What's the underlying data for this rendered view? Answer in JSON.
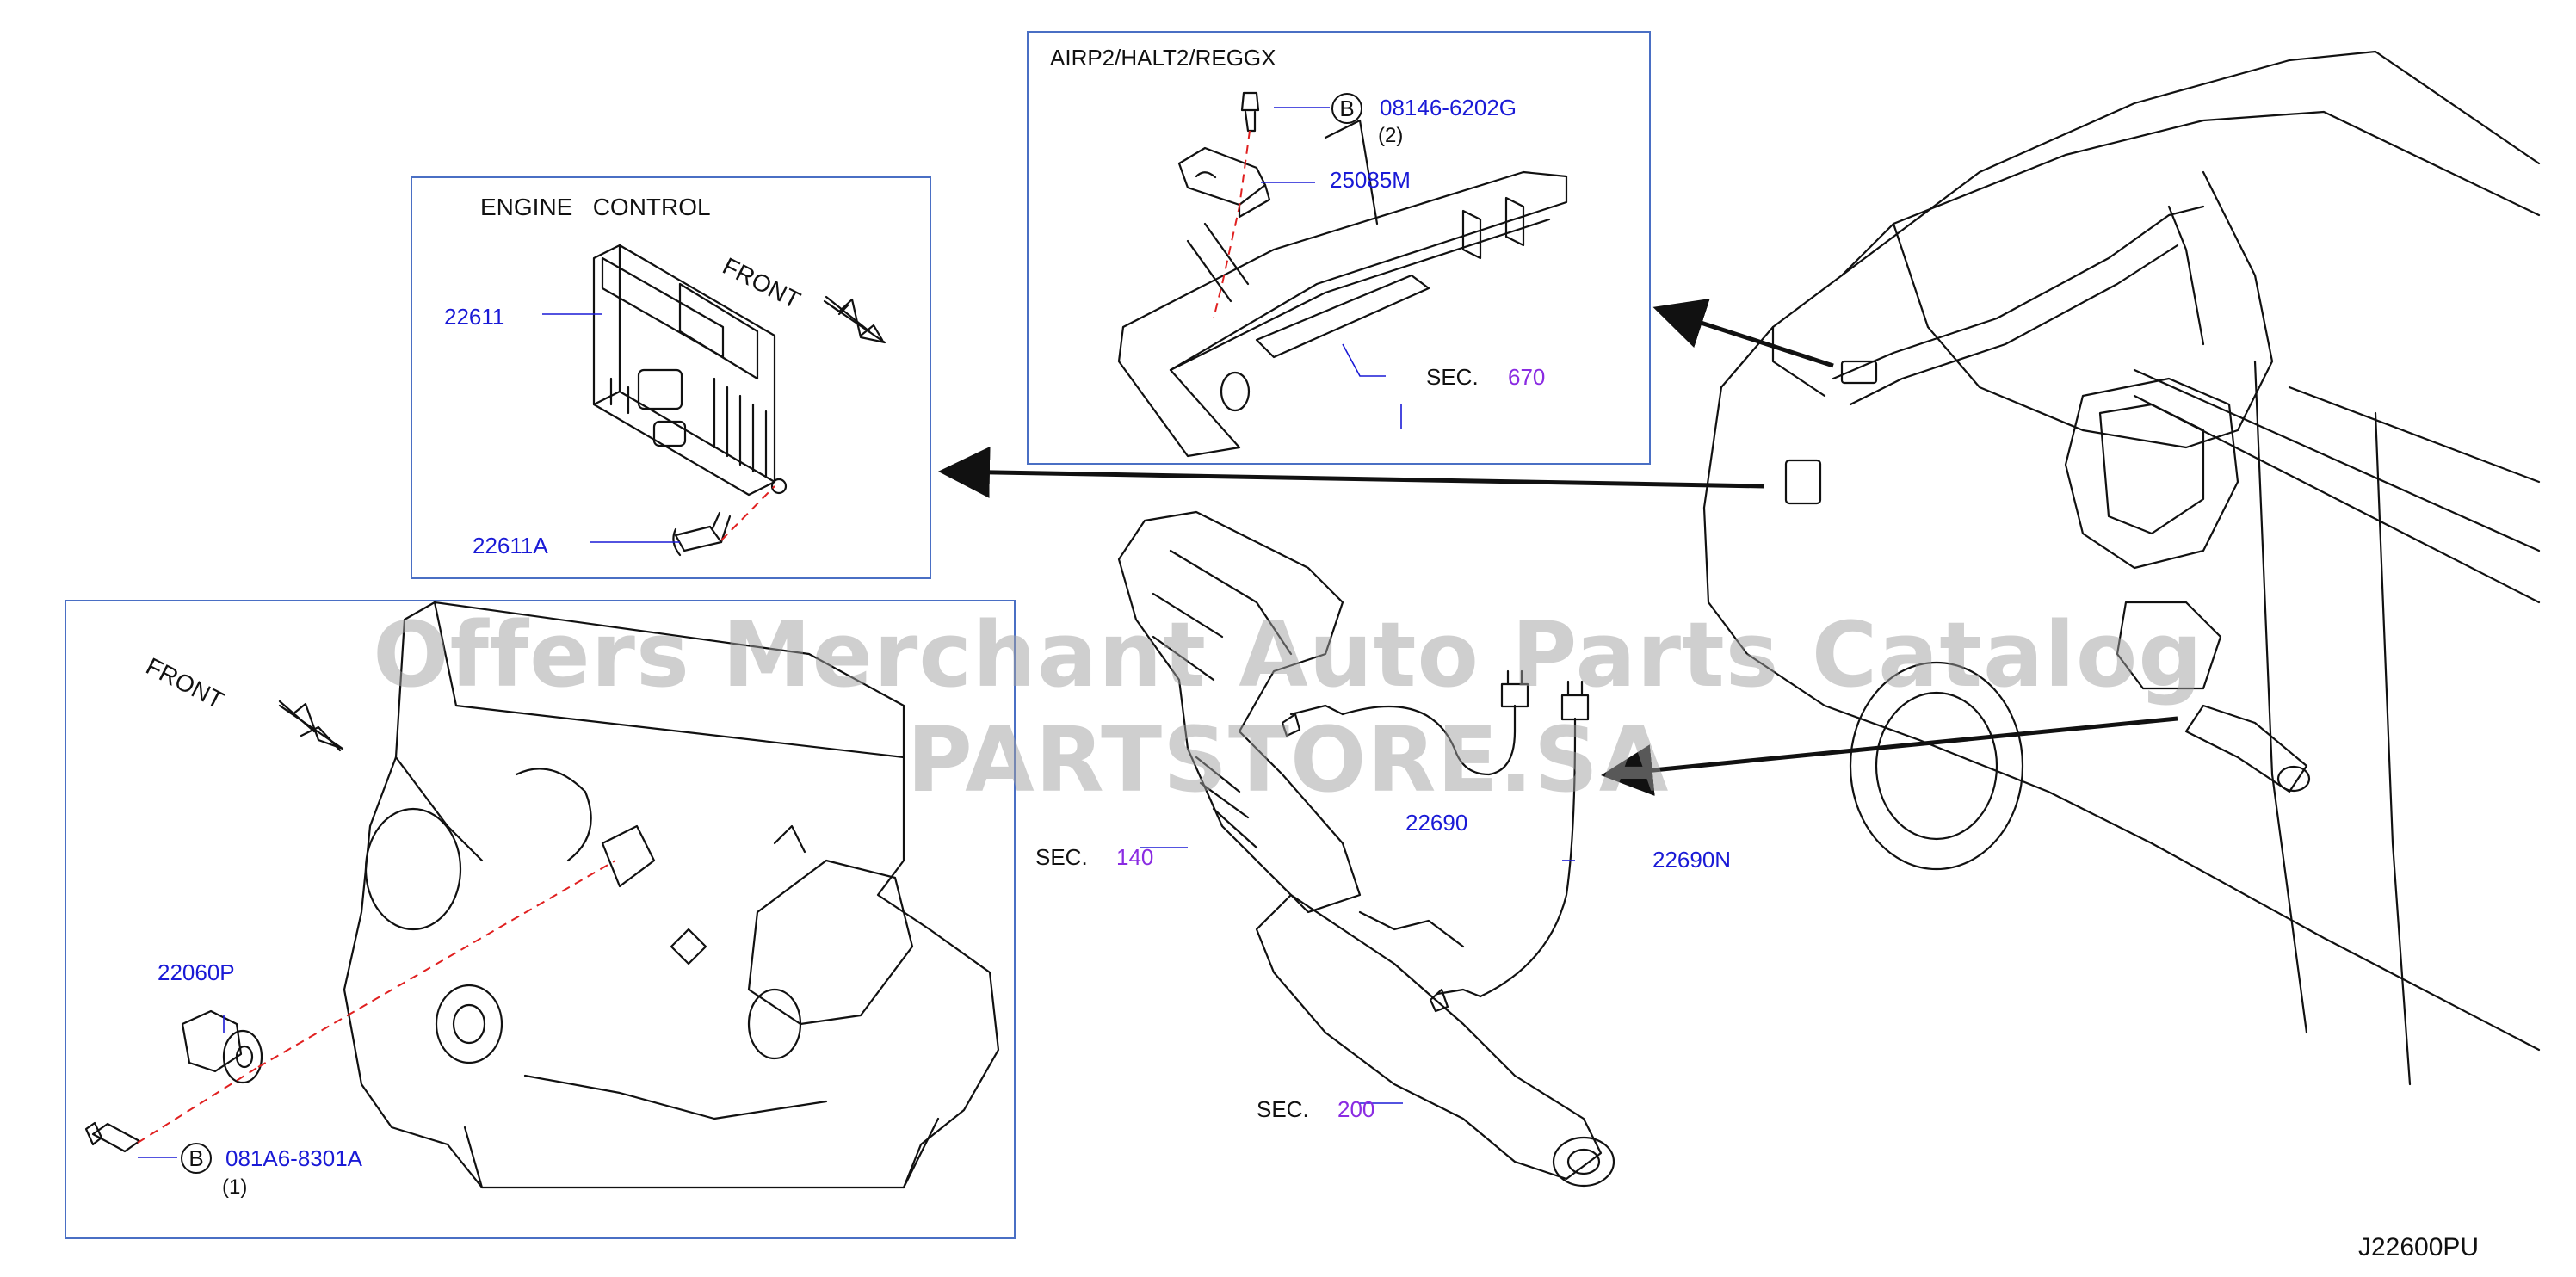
{
  "colors": {
    "part_number": "#1a1ad6",
    "section": "#8a2be2",
    "frame": "#4a6fc4",
    "line": "#111111",
    "leader_dash": "#e02020"
  },
  "insets": {
    "engine_control": {
      "title": "ENGINE   CONTROL",
      "front": "FRONT",
      "parts": {
        "ecm": "22611",
        "screw": "22611A"
      }
    },
    "map_sensor": {
      "title": "AIRP2/HALT2/REGGX",
      "bolt_marker": "B",
      "bolt_part": "08146-6202G",
      "bolt_qty": "(2)",
      "sensor_part": "25085M",
      "sec_label": "SEC.",
      "sec_number": "670"
    },
    "knock_sensor": {
      "front": "FRONT",
      "sensor_part": "22060P",
      "bolt_marker": "B",
      "bolt_part": "081A6-8301A",
      "bolt_qty": "(1)"
    }
  },
  "exhaust": {
    "sensor_front": "22690",
    "sensor_rear": "22690N",
    "sec_manifold_label": "SEC.",
    "sec_manifold_number": "140",
    "sec_converter_label": "SEC.",
    "sec_converter_number": "200"
  },
  "watermark": "Offers Merchant Auto Parts Catalog PARTSTORE.SA",
  "diagram_id": "J22600PU"
}
